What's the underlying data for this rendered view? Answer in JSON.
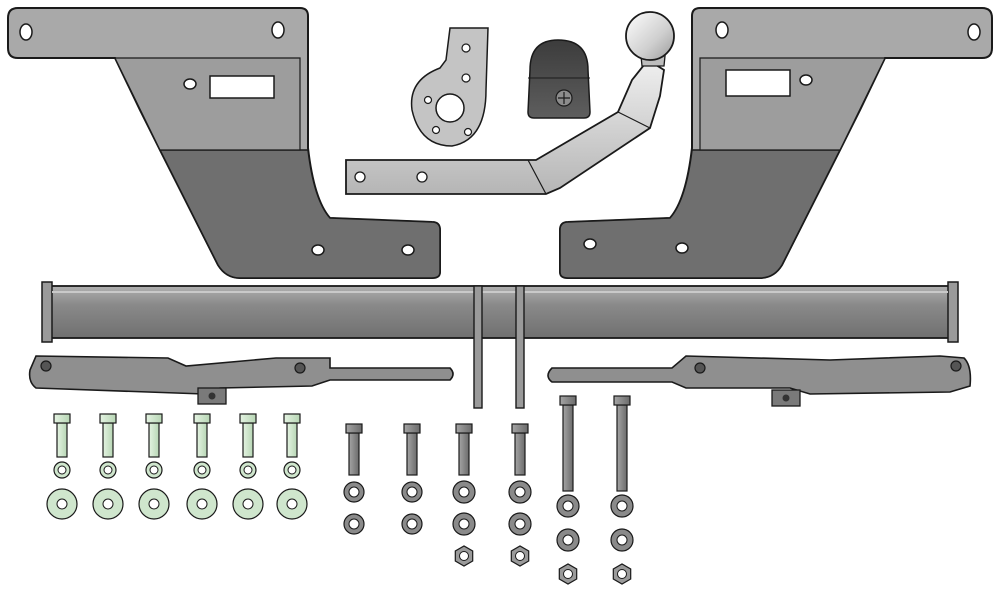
{
  "title": "",
  "diagram": {
    "kind": "exploded-parts-view",
    "subject": "towbar kit",
    "components": [
      {
        "name": "left-mounting-bracket",
        "count": 1
      },
      {
        "name": "right-mounting-bracket",
        "count": 1
      },
      {
        "name": "socket-plate",
        "count": 1
      },
      {
        "name": "socket-cap",
        "count": 1
      },
      {
        "name": "tow-ball-arm",
        "count": 1
      },
      {
        "name": "crossbar-beam",
        "count": 1
      },
      {
        "name": "left-reinforcement-strap",
        "count": 1
      },
      {
        "name": "right-reinforcement-strap",
        "count": 1
      },
      {
        "name": "short-green-bolt",
        "count": 6
      },
      {
        "name": "small-green-washer",
        "count": 6
      },
      {
        "name": "large-green-washer",
        "count": 6
      },
      {
        "name": "medium-gray-bolt",
        "count": 4
      },
      {
        "name": "long-gray-bolt",
        "count": 2
      },
      {
        "name": "spring-washer",
        "count": 2
      },
      {
        "name": "flat-washer",
        "count": 12
      },
      {
        "name": "hex-nut",
        "count": 4
      }
    ]
  },
  "colors": {
    "background": "#ffffff",
    "bracket_dark": "#6f6f6f",
    "bracket_light": "#a9a9a9",
    "beam": "#8e8e8e",
    "ball_arm": "#d6d6d6",
    "green_hardware": "#cfe6cd",
    "gray_hardware": "#8a8a8a",
    "outline": "#1a1a1a"
  }
}
